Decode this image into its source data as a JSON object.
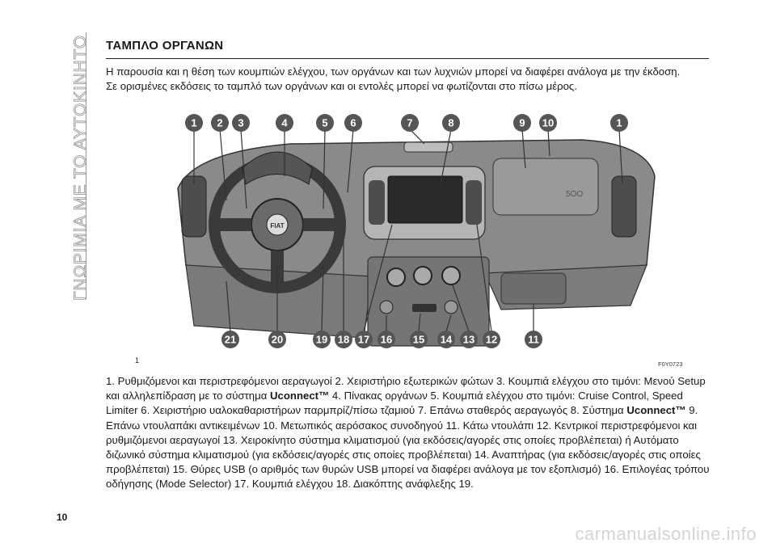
{
  "side_tab": "ΓΝΩΡΙΜΙΑ ΜΕ ΤΟ ΑΥΤΟΚΙΝΗΤΟ",
  "title": "ΤΑΜΠΛΟ ΟΡΓΑΝΩΝ",
  "intro_1": "Η παρουσία και η θέση των κουμπιών ελέγχου, των οργάνων και των λυχνιών μπορεί να διαφέρει ανάλογα με την έκδοση.",
  "intro_2": "Σε ορισμένες εκδόσεις το ταμπλό των οργάνων και οι εντολές μπορεί να φωτίζονται στο πίσω μέρος.",
  "figure": {
    "number": "1",
    "code": "F0Y0723",
    "top_callouts": [
      "1",
      "2",
      "3",
      "4",
      "5",
      "6",
      "7",
      "8",
      "9",
      "10",
      "1"
    ],
    "bottom_callouts": [
      "21",
      "20",
      "19",
      "18",
      "17",
      "16",
      "15",
      "14",
      "13",
      "12",
      "11"
    ]
  },
  "legend": {
    "part1": "1. Ρυθμιζόμενοι και περιστρεφόμενοι αεραγωγοί 2. Χειριστήριο εξωτερικών φώτων 3. Κουμπιά ελέγχου στο τιμόνι: Μενού Setup και αλληλεπίδραση με το σύστημα ",
    "brand1": "Uconnect™",
    "part2": " 4. Πίνακας οργάνων 5. Κουμπιά ελέγχου στο τιμόνι: Cruise Control, Speed Limiter 6. Χειριστήριο υαλοκαθαριστήρων παρμπρίζ/πίσω τζαμιού 7. Επάνω σταθερός αεραγωγός 8. Σύστημα ",
    "brand2": "Uconnect™",
    "part3": " 9. Επάνω ντουλαπάκι αντικειμένων 10. Μετωπικός αερόσακος συνοδηγού 11. Κάτω ντουλάπι 12. Κεντρικοί περιστρεφόμενοι και ρυθμιζόμενοι αεραγωγοί 13. Χειροκίνητο σύστημα κλιματισμού (για εκδόσεις/αγορές στις οποίες προβλέπεται) ή Αυτόματο διζωνικό σύστημα κλιματισμού (για εκδόσεις/αγορές στις οποίες προβλέπεται) 14. Αναπτήρας (για εκδόσεις/αγορές στις οποίες προβλέπεται) 15. Θύρες USB (ο αριθμός των θυρών USB μπορεί να διαφέρει ανάλογα με τον εξοπλισμό) 16. Επιλογέας τρόπου οδήγησης (Mode Selector) 17. Κουμπιά ελέγχου 18. Διακόπτης ανάφλεξης 19."
  },
  "page_number": "10",
  "watermark": "carmanualsonline.info",
  "logo_text": "FIAT",
  "colors": {
    "badge": "#555555",
    "dash": "#6e6e6e",
    "text": "#1a1a1a"
  }
}
